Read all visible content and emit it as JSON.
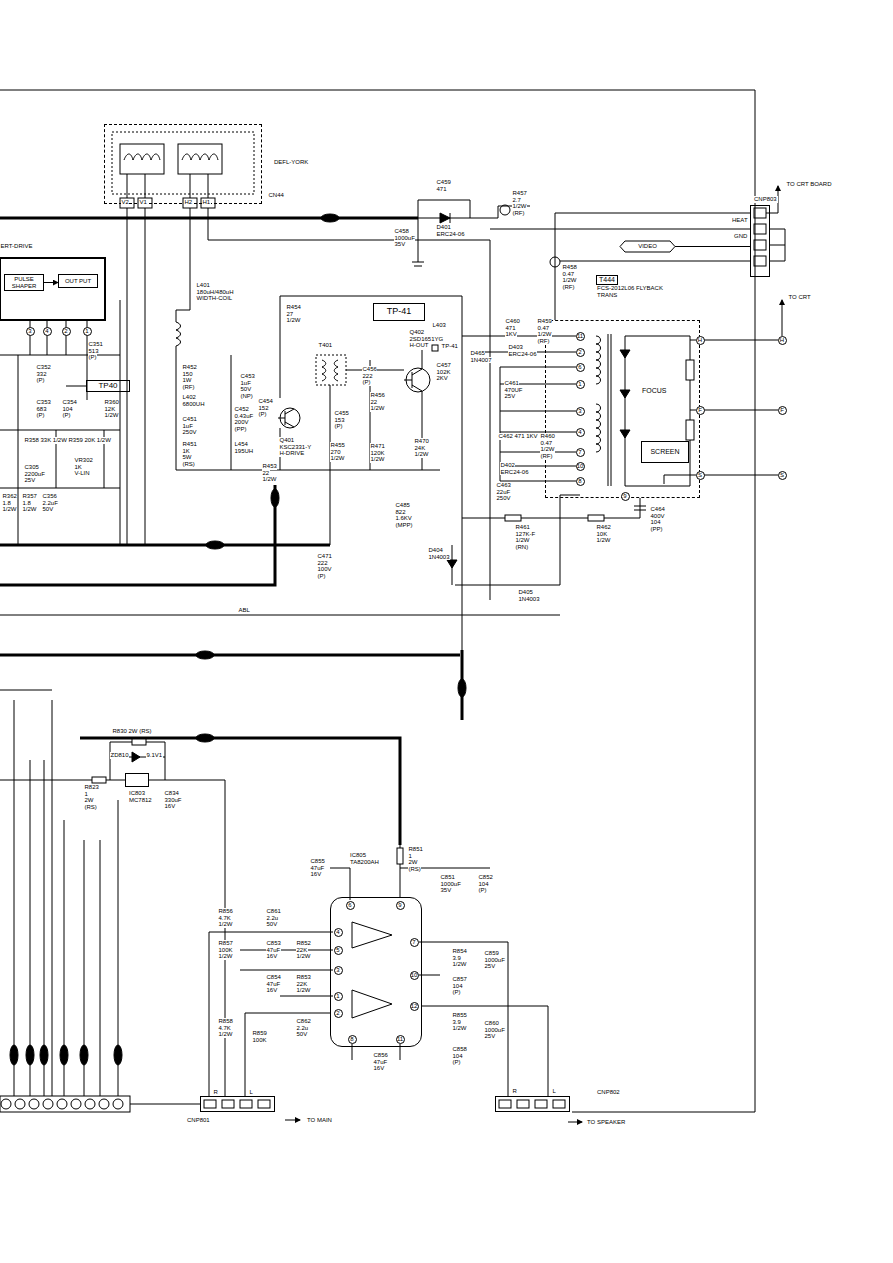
{
  "diagram": {
    "nodes": [
      {
        "text": [
          "DEFL-YORK"
        ]
      },
      {
        "text": [
          "PULSE SHAPER"
        ]
      },
      {
        "text": [
          "OUT PUT"
        ]
      },
      {
        "text": [
          "TP-41"
        ]
      },
      {
        "text": [
          "TP40"
        ]
      },
      {
        "text": [
          "IC803",
          "MC7812"
        ]
      },
      {
        "text": [
          "T444",
          "FCS-2012L06 FLYBACK TRANS",
          "FOCUS"
        ]
      },
      {
        "text": [
          "SCREEN"
        ],
        "in": 6
      },
      {
        "text": [
          "IC805",
          "TA8200AH"
        ]
      },
      {
        "text": [
          "CNP803",
          "HEAT",
          "GND"
        ]
      },
      {
        "text": [
          "CNP801",
          "TO MAIN"
        ]
      },
      {
        "text": [
          "CNP802",
          "TO SPEAKER"
        ]
      },
      {
        "text": [
          "VIDEO"
        ]
      }
    ],
    "edges": [
      {
        "from": 1,
        "to": 2,
        "arrow": "to"
      },
      {
        "from": 10,
        "to": 8,
        "arrow": "none"
      },
      {
        "from": 8,
        "to": 11,
        "arrow": "none"
      },
      {
        "from": 6,
        "to": 9,
        "arrow": "none"
      },
      {
        "from": 12,
        "to": 9,
        "arrow": "none"
      }
    ],
    "labels": [
      "CN44",
      "V2",
      "V1",
      "H2",
      "H1",
      "C459",
      "471",
      "R457",
      "2.7",
      "1/2W",
      "(RF)",
      "C458",
      "1000uF",
      "35V",
      "D401",
      "ERC24-06",
      "TO CRT BOARD",
      "R458",
      "0.47",
      "1/2W",
      "(RF)",
      "TO CRT",
      "L401",
      "180uH/480uH",
      "WIDTH-COIL",
      "R454",
      "27",
      "1/2W",
      "T401",
      "Q402",
      "2SD1651YG",
      "H-OUT",
      "L403",
      "TP-41",
      "C457",
      "102K",
      "2KV",
      "D465",
      "1N4007",
      "C460",
      "471",
      "1KV",
      "R459",
      "0.47",
      "1/2W",
      "(RF)",
      "D403",
      "ERC24-06",
      "C461",
      "470UF",
      "25V",
      "R452",
      "150",
      "1W",
      "(RF)",
      "L402",
      "6800UH",
      "C451",
      "1uF",
      "250V",
      "R451",
      "1K",
      "5W",
      "(RS)",
      "C453",
      "1uF",
      "50V",
      "(NP)",
      "C452",
      "0.43uF",
      "200V",
      "(PP)",
      "L454",
      "195UH",
      "C454",
      "152",
      "(P)",
      "Q401",
      "KSC2331-Y",
      "H-DRIVE",
      "C455",
      "153",
      "(P)",
      "R455",
      "270",
      "1/2W",
      "C456",
      "222",
      "(P)",
      "R456",
      "22",
      "1/2W",
      "R453",
      "22",
      "1/2W",
      "R471",
      "120K",
      "1/2W",
      "R470",
      "24K",
      "1/2W",
      "C462 471 1KV",
      "R460",
      "0.47",
      "1/2W",
      "(RF)",
      "D402",
      "ERC24-06",
      "C463",
      "22uF",
      "250V",
      "C485",
      "822",
      "1.6KV",
      "(MPP)",
      "D404",
      "1N4003",
      "R461",
      "127K-F",
      "1/2W",
      "(RN)",
      "R462",
      "10K",
      "1/2W",
      "C464",
      "400V",
      "104",
      "(PP)",
      "D405",
      "1N4003",
      "C471",
      "222",
      "100V",
      "(P)",
      "ABL",
      "11",
      "2",
      "6",
      "1",
      "3",
      "4",
      "7",
      "10",
      "8",
      "9",
      "H",
      "F",
      "S",
      "H",
      "F",
      "S",
      "ERT-DRIVE",
      "C351",
      "513",
      "(P)",
      "C352",
      "332",
      "(P)",
      "C353",
      "683",
      "(P)",
      "C354",
      "104",
      "(P)",
      "R360",
      "12K",
      "1/2W",
      "R358 33K 1/2W",
      "R359 20K 1/2W",
      "C305",
      "2200uF",
      "25V",
      "VR302",
      "1K",
      "V-LIN",
      "R362",
      "1.8",
      "1/2W",
      "R357",
      "1.8",
      "1/2W",
      "C356",
      "2.2uF",
      "50V",
      "3",
      "4",
      "2",
      "1",
      "R830 2W (RS)",
      "ZD810",
      "9.1V1",
      "R823",
      "1",
      "2W",
      "(RS)",
      "C834",
      "330uF",
      "16V",
      "R851",
      "1",
      "2W",
      "(RS)",
      "C855",
      "47uF",
      "16V",
      "C851",
      "1000uF",
      "35V",
      "C852",
      "104",
      "(P)",
      "R856",
      "4.7K",
      "1/2W",
      "C861",
      "2.2u",
      "50V",
      "R857",
      "100K",
      "1/2W",
      "C853",
      "47uF",
      "16V",
      "R852",
      "22K",
      "1/2W",
      "C854",
      "47uF",
      "16V",
      "R853",
      "22K",
      "1/2W",
      "R858",
      "4.7K",
      "1/2W",
      "R859",
      "100K",
      "C862",
      "2.2u",
      "50V",
      "C856",
      "47uF",
      "16V",
      "R854",
      "3.9",
      "1/2W",
      "C857",
      "104",
      "(P)",
      "R855",
      "3.9",
      "1/2W",
      "C858",
      "104",
      "(P)",
      "C859",
      "1000uF",
      "25V",
      "C860",
      "1000uF",
      "25V",
      "6",
      "9",
      "4",
      "5",
      "3",
      "1",
      "2",
      "7",
      "10",
      "12",
      "8",
      "11",
      "R",
      "L",
      "R",
      "L"
    ]
  }
}
